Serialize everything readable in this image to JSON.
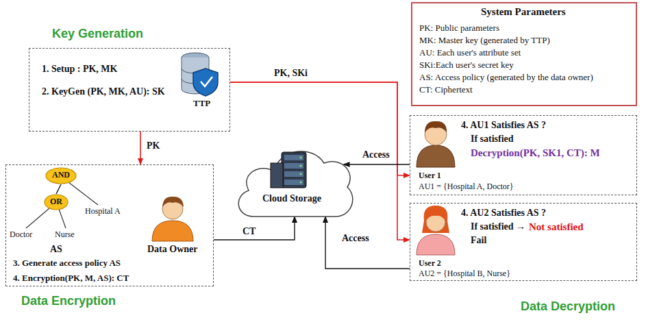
{
  "diagram": {
    "nodes": [
      {
        "text": [
          "Key Generation",
          "1. Setup : PK, MK",
          "2. KeyGen (PK, MK, AU): SK"
        ]
      },
      {
        "text": [
          "System Parameters",
          "PK: Public parameters",
          "MK: Master key (generated by TTP)",
          "AU: Each user's attribute set",
          "SKi:Each user's secret key",
          "AS: Access policy (generated by the data owner)",
          "CT: Ciphertext"
        ]
      },
      {
        "text": [
          "Data Encryption",
          "3. Generate access policy AS",
          "4. Encryption(PK, M, AS): CT"
        ]
      },
      {
        "text": [
          "AND"
        ],
        "in": 2
      },
      {
        "text": [
          "OR"
        ],
        "in": 2
      },
      {
        "text": [
          "Cloud Storage"
        ]
      },
      {
        "text": [
          "4. AU1 Satisfies AS ?",
          "If satisfied",
          "Decryption(PK, SK1, CT): M",
          "User 1",
          "AU1 = {Hospital A, Doctor}"
        ]
      },
      {
        "text": [
          "4. AU2 Satisfies AS ?",
          "If satisfied →",
          "Not satisfied",
          "Fail",
          "User 2",
          "AU2 = {Hospital B, Nurse}"
        ]
      }
    ],
    "edges": [
      {
        "from": 0,
        "to": 2,
        "label": "PK",
        "arrow": "to"
      },
      {
        "from": 0,
        "to": 6,
        "label": "PK, SKi",
        "arrow": "to"
      },
      {
        "from": 0,
        "to": 7,
        "arrow": "to"
      },
      {
        "from": 2,
        "to": 5,
        "label": "CT",
        "arrow": "to"
      },
      {
        "from": 6,
        "to": 5,
        "label": "Access",
        "arrow": "to"
      },
      {
        "from": 7,
        "to": 5,
        "label": "Access",
        "arrow": "to"
      },
      {
        "from": 3,
        "to": 4,
        "arrow": "none"
      }
    ],
    "labels": [
      "TTP",
      "Doctor",
      "Nurse",
      "Hospital A",
      "AS",
      "Data Owner",
      "Data Decryption"
    ]
  }
}
